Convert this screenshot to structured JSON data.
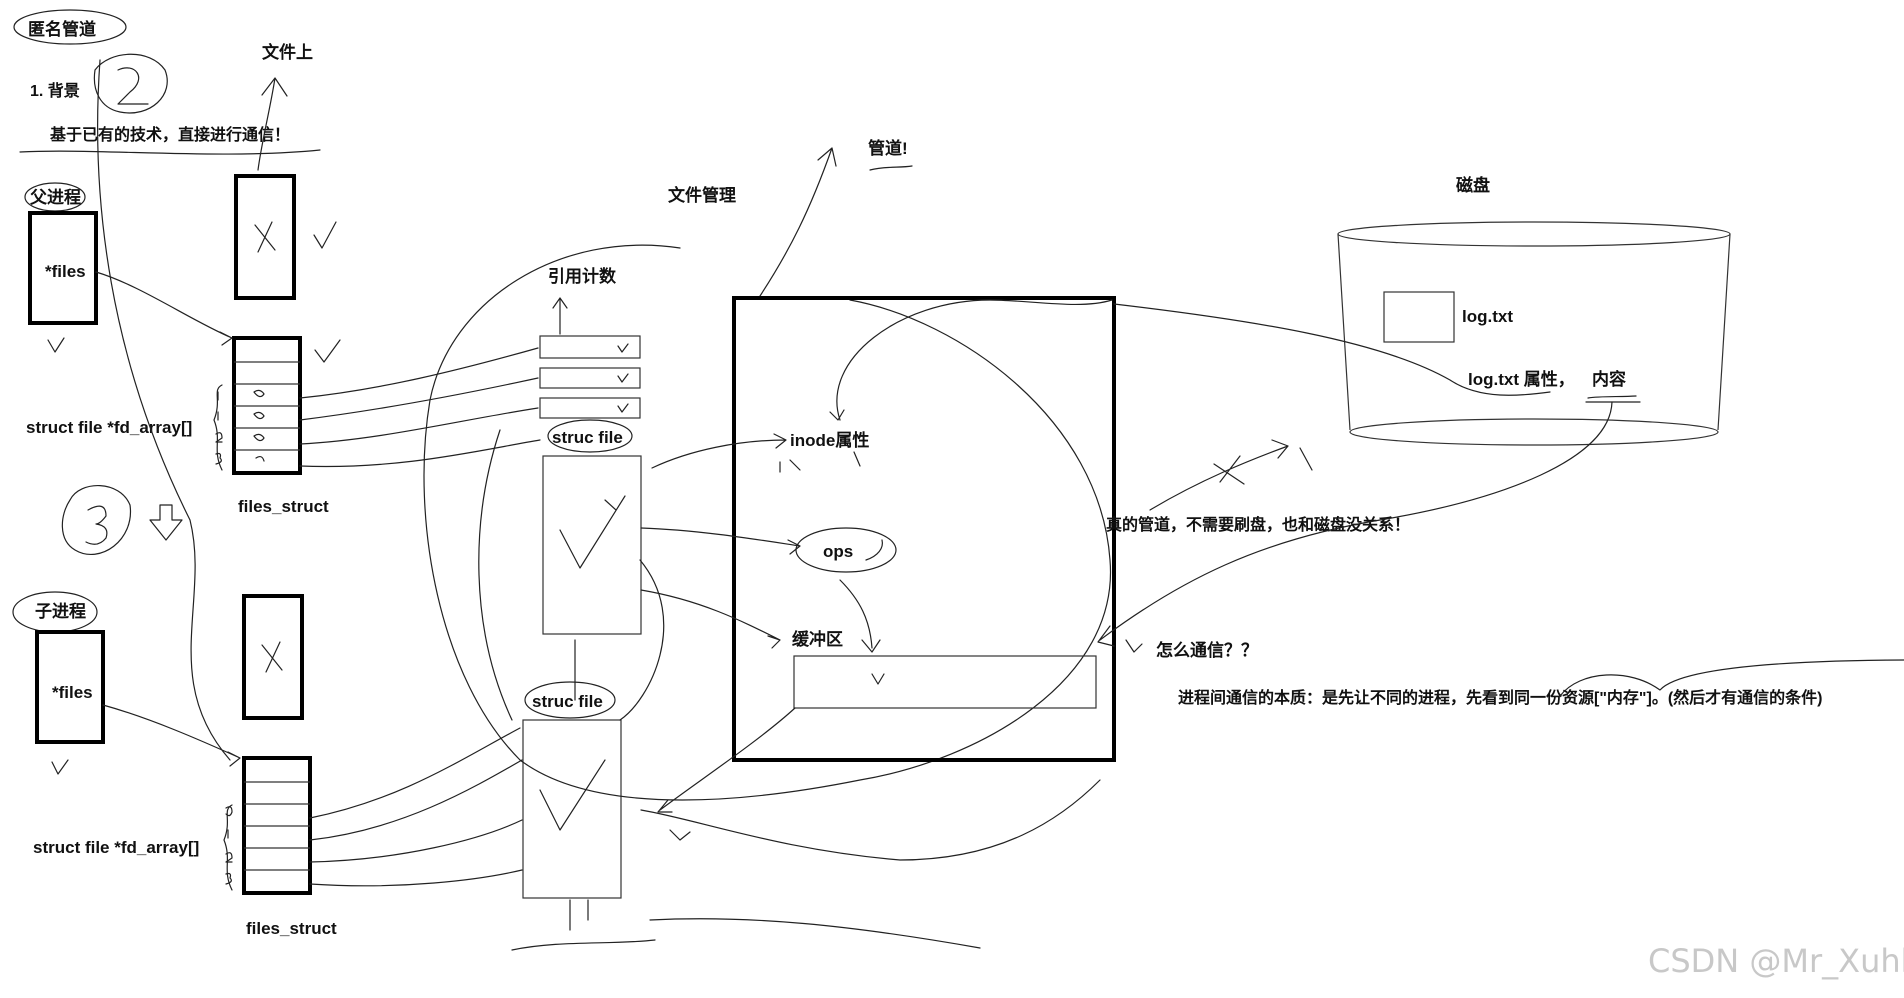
{
  "labels": {
    "anon_pipe": "匿名管道",
    "on_file": "文件上",
    "background": "1. 背景",
    "background_desc": "基于已有的技术，直接进行通信！",
    "parent_proc": "父进程",
    "child_proc": "子进程",
    "files_parent": "*files",
    "files_child": "*files",
    "fd_array_parent": "struct file *fd_array[]",
    "fd_array_child": "struct file *fd_array[]",
    "files_struct_parent": "files_struct",
    "files_struct_child": "files_struct",
    "ref_count": "引用计数",
    "struc_file_1": "struc file",
    "struc_file_2": "struc file",
    "file_mgmt": "文件管理",
    "pipe": "管道!",
    "inode_attr": "inode属性",
    "ops": "ops",
    "buffer": "缓冲区",
    "disk": "磁盘",
    "log_txt": "log.txt",
    "log_attr": "log.txt 属性，",
    "log_content": "内容",
    "real_pipe": "真的管道，不需要刷盘，也和磁盘没关系！",
    "how_comm": "怎么通信？？",
    "ipc_essence": "进程间通信的本质：是先让不同的进程，先看到同一份资源[\"内存\"]。(然后才有通信的条件)",
    "watermark": "CSDN @Mr_Xuhhh"
  },
  "colors": {
    "ink": "#111111",
    "watermark": "#c8c8c8",
    "background": "#ffffff"
  }
}
